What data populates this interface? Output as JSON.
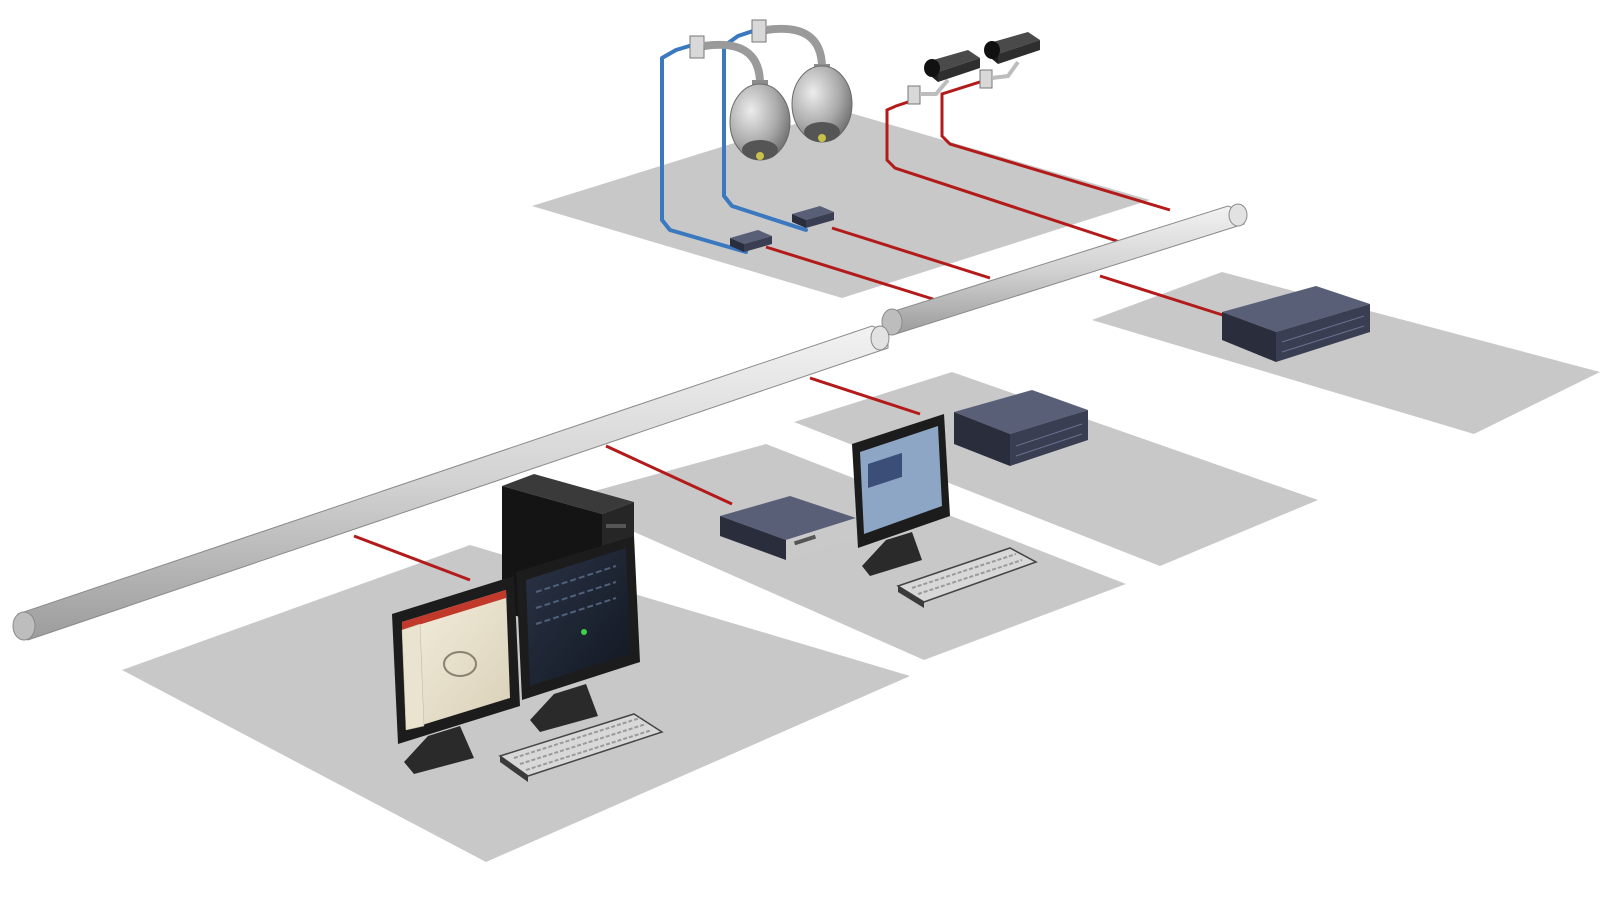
{
  "diagram": {
    "kind": "network-topology-illustration",
    "colors": {
      "background": "#ffffff",
      "zone": "#c8c8c8",
      "backbone": "#d4d4d4",
      "backbone_shade": "#9a9a9a",
      "network_cable": "#b31b1b",
      "coax_cable": "#3a78c0",
      "device_dark": "#2e3142",
      "device_top": "#5a5f78",
      "monitor_bezel": "#1c1c1c",
      "dome": "#a9a9a9",
      "keyboard": "#d8d8d8"
    },
    "zones": [
      {
        "name": "camera-zone"
      },
      {
        "name": "storage-zone"
      },
      {
        "name": "workstation-zone-main"
      },
      {
        "name": "decoder-zone"
      },
      {
        "name": "client-zone"
      }
    ],
    "backbones": [
      {
        "name": "upper-network-switch"
      },
      {
        "name": "lower-network-switch"
      }
    ],
    "devices": [
      {
        "name": "dome-camera",
        "icon": "dome-camera-icon",
        "count": 2
      },
      {
        "name": "fixed-box-camera",
        "icon": "box-camera-icon",
        "count": 2
      },
      {
        "name": "video-encoder",
        "icon": "encoder-icon",
        "count": 2
      },
      {
        "name": "storage-array",
        "icon": "storage-icon",
        "count": 1
      },
      {
        "name": "video-decoder",
        "icon": "decoder-icon",
        "count": 1
      },
      {
        "name": "network-video-recorder",
        "icon": "nvr-icon",
        "count": 1
      },
      {
        "name": "server-tower",
        "icon": "server-icon",
        "count": 1
      },
      {
        "name": "monitor",
        "icon": "monitor-icon",
        "count": 3
      },
      {
        "name": "keyboard",
        "icon": "keyboard-icon",
        "count": 2
      }
    ]
  }
}
